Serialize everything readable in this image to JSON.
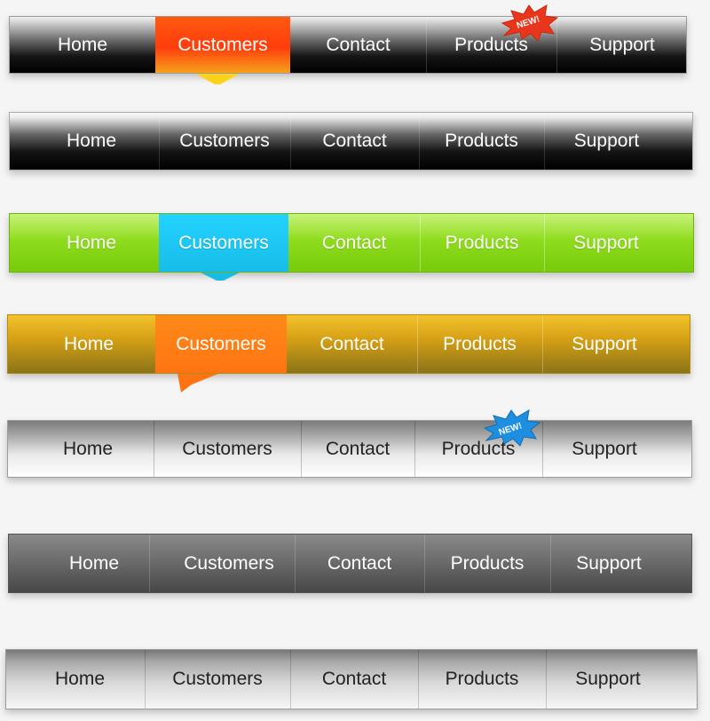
{
  "nav_labels": {
    "home": "Home",
    "customers": "Customers",
    "contact": "Contact",
    "products": "Products",
    "support": "Support"
  },
  "badges": {
    "new_label": "NEW!"
  },
  "colors": {
    "bar1_selected": "#ff4a0d",
    "bar1_pointer": "#ffd21a",
    "bar3_selected": "#1ec8ff",
    "bar4_selected": "#ff7a14",
    "badge_red": "#e8361d",
    "badge_blue": "#1e8fe0"
  },
  "selected_item": {
    "bar1": "Customers",
    "bar3": "Customers",
    "bar4": "Customers"
  }
}
